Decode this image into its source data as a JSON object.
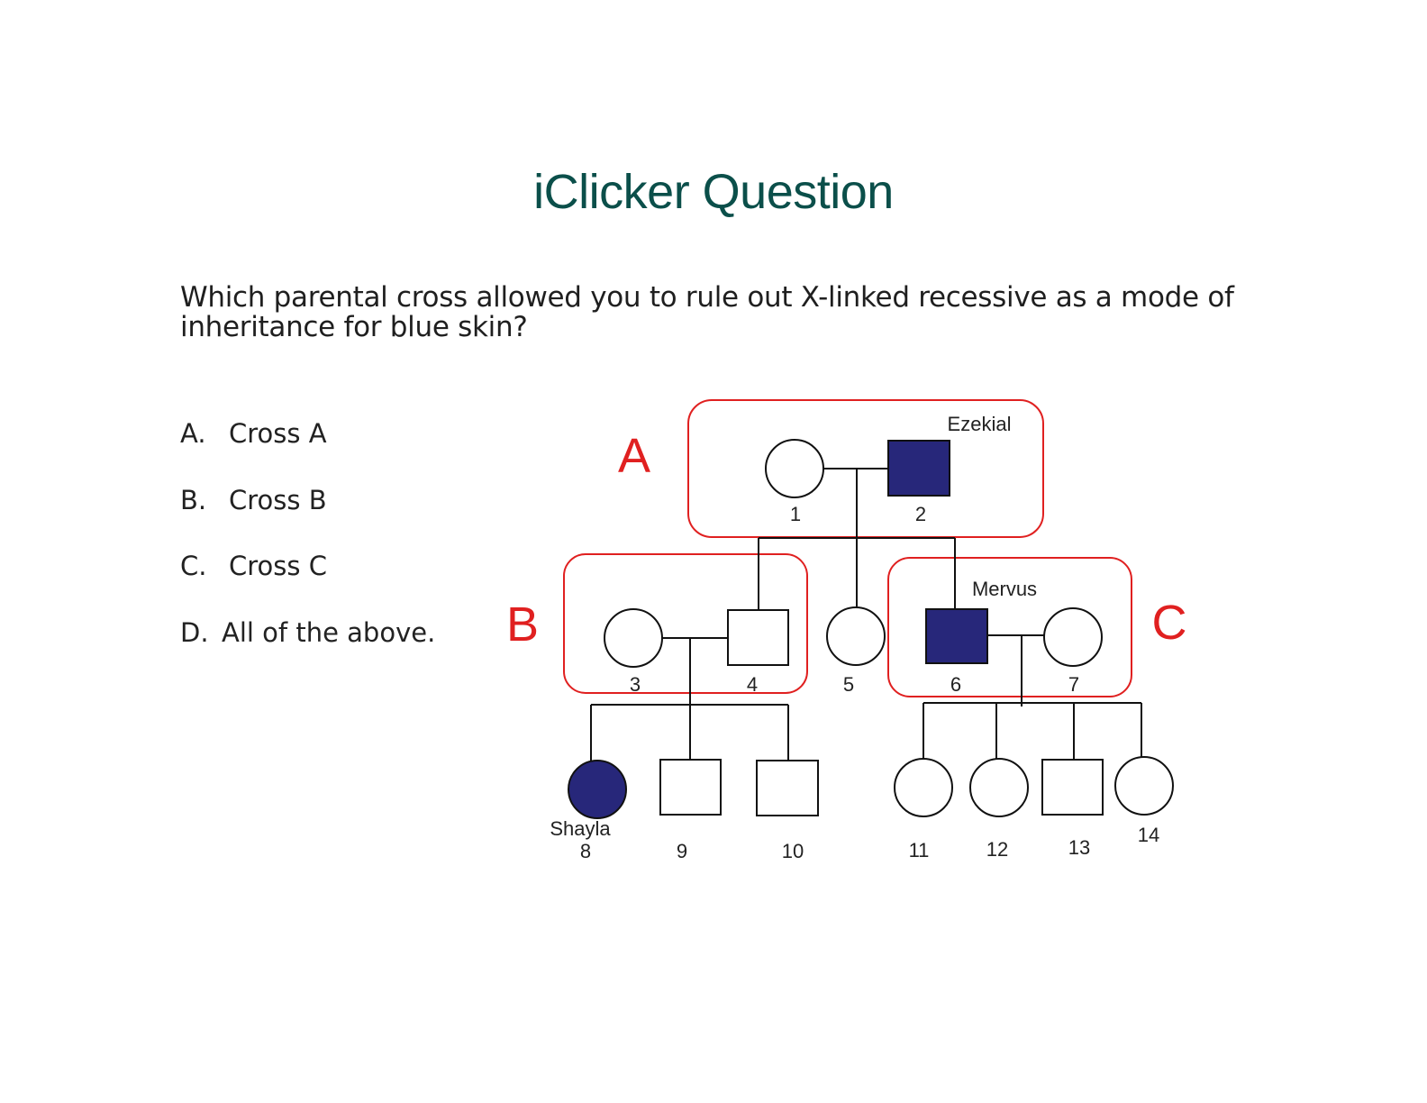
{
  "title": "iClicker Question",
  "question": "Which parental cross allowed you to rule out X-linked recessive as a mode of inheritance for blue skin?",
  "choices": [
    {
      "letter": "A.",
      "text": "Cross A"
    },
    {
      "letter": "B.",
      "text": "Cross B"
    },
    {
      "letter": "C.",
      "text": "Cross C"
    },
    {
      "letter": "D.",
      "text": "All of the above."
    }
  ],
  "pedigree": {
    "cross_labels": [
      "A",
      "B",
      "C"
    ],
    "names": {
      "ezekial": "Ezekial",
      "mervus": "Mervus",
      "shayla": "Shayla"
    },
    "individuals": [
      {
        "id": "1",
        "sex": "female",
        "affected": false
      },
      {
        "id": "2",
        "sex": "male",
        "affected": true
      },
      {
        "id": "3",
        "sex": "female",
        "affected": false
      },
      {
        "id": "4",
        "sex": "male",
        "affected": false
      },
      {
        "id": "5",
        "sex": "female",
        "affected": false
      },
      {
        "id": "6",
        "sex": "male",
        "affected": true
      },
      {
        "id": "7",
        "sex": "female",
        "affected": false
      },
      {
        "id": "8",
        "sex": "female",
        "affected": true
      },
      {
        "id": "9",
        "sex": "male",
        "affected": false
      },
      {
        "id": "10",
        "sex": "male",
        "affected": false
      },
      {
        "id": "11",
        "sex": "female",
        "affected": false
      },
      {
        "id": "12",
        "sex": "female",
        "affected": false
      },
      {
        "id": "13",
        "sex": "male",
        "affected": false
      },
      {
        "id": "14",
        "sex": "female",
        "affected": false
      }
    ]
  },
  "colors": {
    "title": "#0b4f4a",
    "affected": "#27277a",
    "cross_box": "#e02020"
  }
}
